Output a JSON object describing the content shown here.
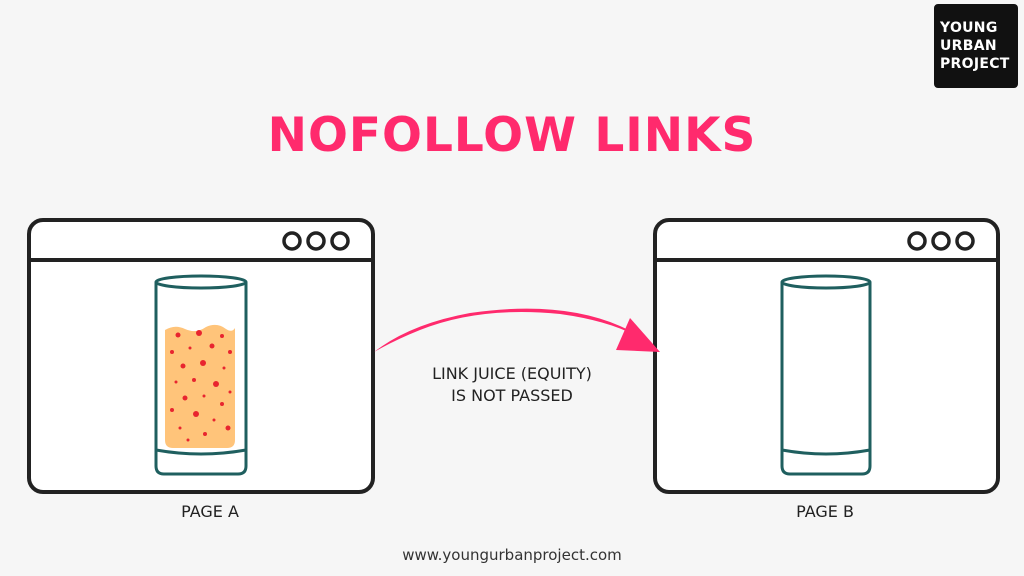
{
  "logo": {
    "lines": [
      "YOUNG",
      "URBAN",
      "PROJECT"
    ]
  },
  "title": "NOFOLLOW LINKS",
  "page_a": {
    "label": "PAGE A",
    "glass": "full"
  },
  "page_b": {
    "label": "PAGE B",
    "glass": "empty"
  },
  "link": {
    "line1": "LINK JUICE (EQUITY)",
    "line2": "IS NOT PASSED"
  },
  "footer": "www.youngurbanproject.com",
  "colors": {
    "title": "#ff2a6d",
    "arrow": "#ff2a6d",
    "window_stroke": "#222222",
    "glass_stroke": "#1f5f5f",
    "juice_fill": "#ffc47a",
    "juice_dots": "#e8252f",
    "logo_bg": "#111111"
  }
}
